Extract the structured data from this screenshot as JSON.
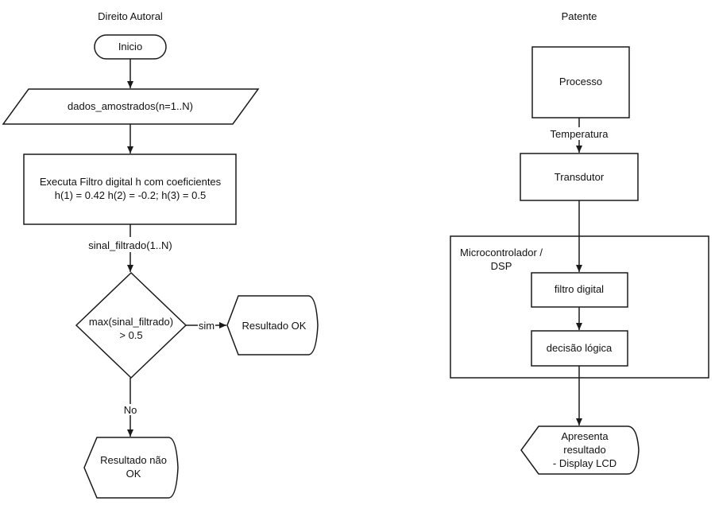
{
  "colors": {
    "line": "#1a1a1a",
    "fill": "#ffffff",
    "text": "#111111"
  },
  "left": {
    "title": "Direito Autoral",
    "start": "Inicio",
    "input": "dados_amostrados(n=1..N)",
    "process_line1": "Executa Filtro digital h com coeficientes",
    "process_line2": "h(1) = 0.42 h(2) = -0.2; h(3) = 0.5",
    "signal": "sinal_filtrado(1..N)",
    "decision_line1": "max(sinal_filtrado)",
    "decision_line2": "> 0.5",
    "yes": "sim",
    "no": "No",
    "result_ok": "Resultado OK",
    "result_not_ok": "Resultado não\nOK"
  },
  "right": {
    "title": "Patente",
    "process": "Processo",
    "temperature": "Temperatura",
    "transducer": "Transdutor",
    "group_label": "Microcontrolador /\nDSP",
    "digital_filter": "filtro digital",
    "logic_decision": "decisão lógica",
    "display": "Apresenta\nresultado\n- Display LCD"
  }
}
